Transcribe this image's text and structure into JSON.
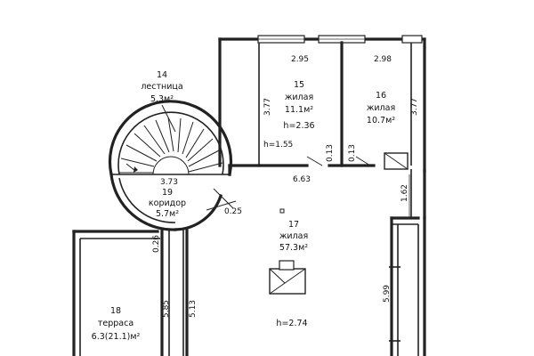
{
  "rooms": {
    "stairs": {
      "number": "14",
      "name": "лестница",
      "area": "5.3м²"
    },
    "living15": {
      "number": "15",
      "name": "жилая",
      "area": "11.1м²",
      "height": "h=2.36"
    },
    "living16": {
      "number": "16",
      "name": "жилая",
      "area": "10.7м²"
    },
    "corridor": {
      "number": "19",
      "name": "коридор",
      "area": "5.7м²"
    },
    "living17": {
      "number": "17",
      "name": "жилая",
      "area": "57.3м²",
      "height": "h=2.74"
    },
    "terrace": {
      "number": "18",
      "name": "терраса",
      "area": "6.3(21.1)м²"
    }
  },
  "dimensions": {
    "top_left_width": "2.95",
    "top_right_width": "2.98",
    "left_height_15": "3.77",
    "right_height_16": "3.77",
    "ceiling_h": "h=1.55",
    "wall_a": "0.13",
    "wall_b": "0.13",
    "span_17": "6.63",
    "corridor_width": "3.73",
    "corridor_wall": "0.25",
    "terrace_wall": "0.26",
    "right_segment": "1.62",
    "right_long": "5.99",
    "column_a": "5.85",
    "column_b": "5.13"
  }
}
